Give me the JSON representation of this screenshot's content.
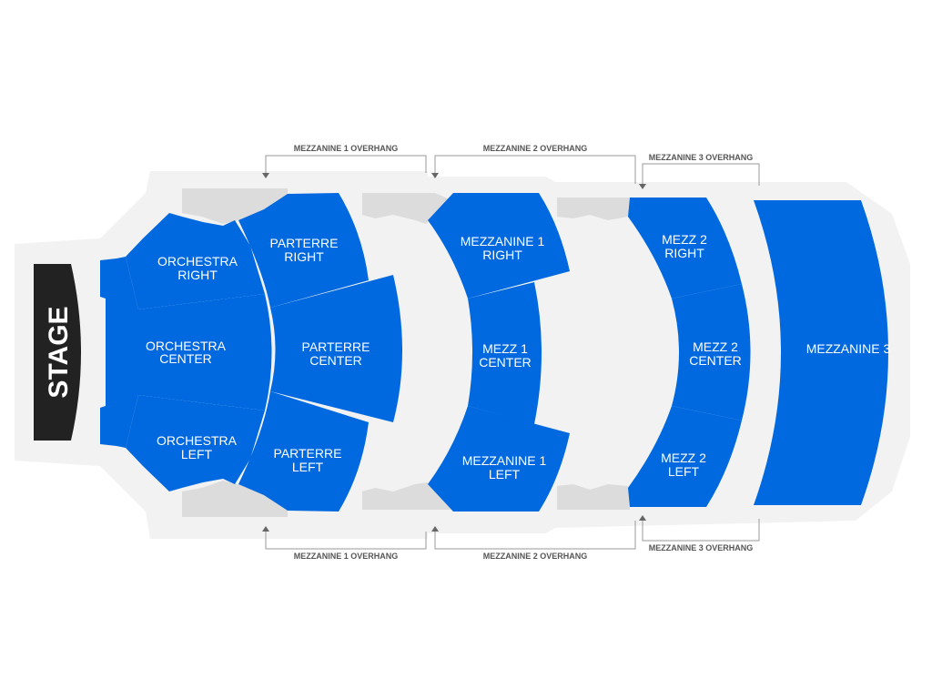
{
  "stage": {
    "label": "STAGE"
  },
  "sections": {
    "orchestra_right": [
      "ORCHESTRA",
      "RIGHT"
    ],
    "orchestra_center": [
      "ORCHESTRA",
      "CENTER"
    ],
    "orchestra_left": [
      "ORCHESTRA",
      "LEFT"
    ],
    "parterre_right": [
      "PARTERRE",
      "RIGHT"
    ],
    "parterre_center": [
      "PARTERRE",
      "CENTER"
    ],
    "parterre_left": [
      "PARTERRE",
      "LEFT"
    ],
    "mezzanine1_right": [
      "MEZZANINE 1",
      "RIGHT"
    ],
    "mezz1_center": [
      "MEZZ 1",
      "CENTER"
    ],
    "mezzanine1_left": [
      "MEZZANINE 1",
      "LEFT"
    ],
    "mezz2_right": [
      "MEZZ 2",
      "RIGHT"
    ],
    "mezz2_center": [
      "MEZZ 2",
      "CENTER"
    ],
    "mezz2_left": [
      "MEZZ 2",
      "LEFT"
    ],
    "mezzanine3": [
      "MEZZANINE 3"
    ]
  },
  "overhangs": {
    "top_mezz1": "MEZZANINE 1 OVERHANG",
    "top_mezz2": "MEZZANINE 2 OVERHANG",
    "top_mezz3": "MEZZANINE 3 OVERHANG",
    "bottom_mezz1": "MEZZANINE 1 OVERHANG",
    "bottom_mezz2": "MEZZANINE 2 OVERHANG",
    "bottom_mezz3": "MEZZANINE 3 OVERHANG"
  },
  "colors": {
    "section": "#0069e0",
    "stage": "#222222",
    "floor": "#f2f2f2",
    "aisle": "#dcdcdc"
  }
}
